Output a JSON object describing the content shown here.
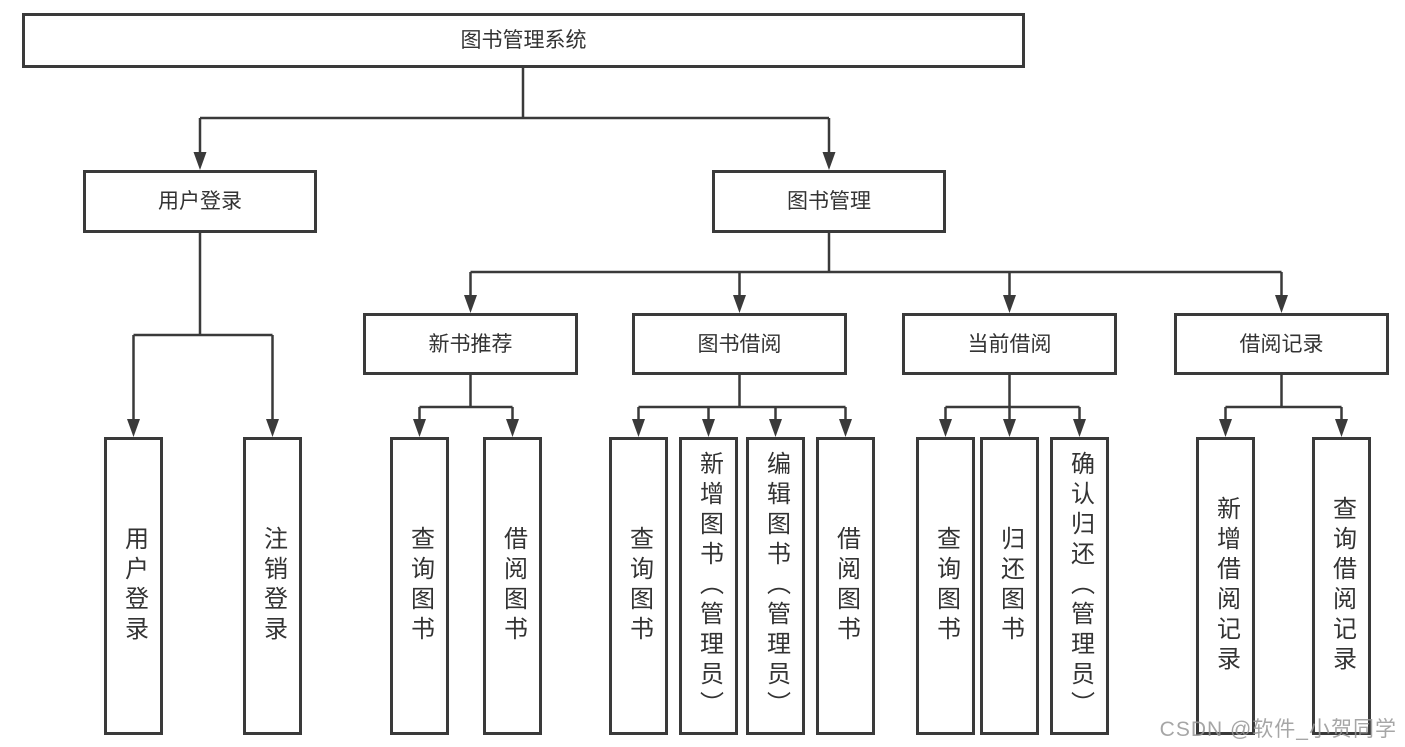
{
  "diagram": {
    "root": "图书管理系统",
    "level2": [
      "用户登录",
      "图书管理"
    ],
    "level3": [
      "新书推荐",
      "图书借阅",
      "当前借阅",
      "借阅记录"
    ],
    "leaves": {
      "user": [
        "用户登录",
        "注销登录"
      ],
      "newbook": [
        "查询图书",
        "借阅图书"
      ],
      "borrow": [
        "查询图书",
        "新增图书（管理员）",
        "编辑图书（管理员）",
        "借阅图书"
      ],
      "current": [
        "查询图书",
        "归还图书",
        "确认归还（管理员）"
      ],
      "record": [
        "新增借阅记录",
        "查询借阅记录"
      ]
    }
  },
  "watermark": "CSDN @软件_小贺同学",
  "colors": {
    "border": "#3a3a3a",
    "line": "#3a3a3a",
    "text": "#333333",
    "background": "#ffffff",
    "watermark": "#969696"
  }
}
